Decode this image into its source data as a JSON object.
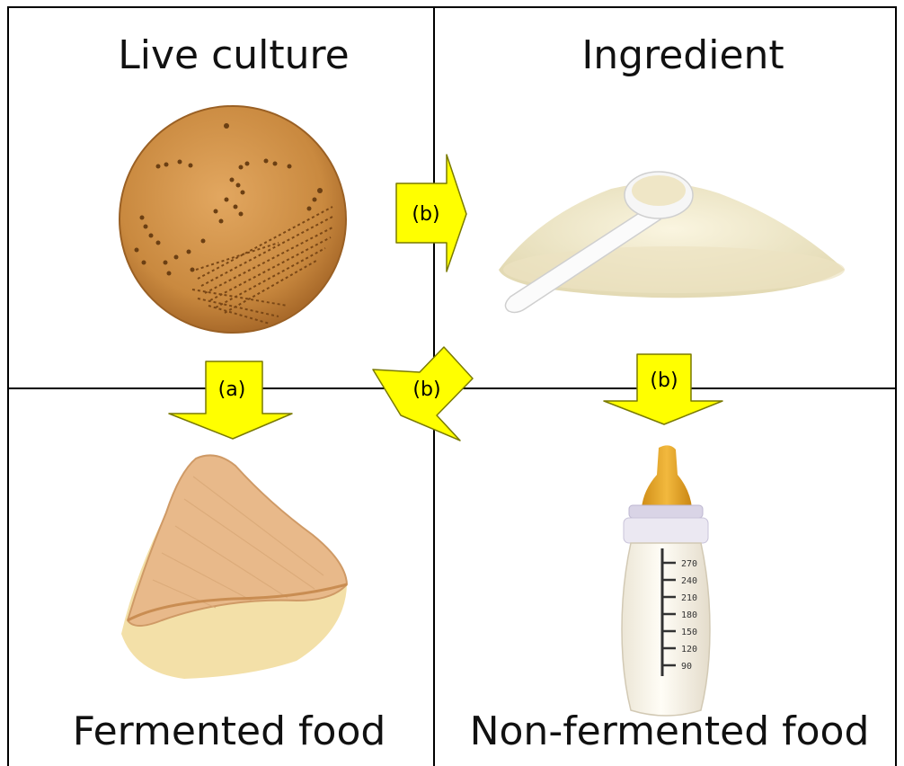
{
  "quadrants": {
    "top_left": {
      "title": "Live culture",
      "image": "bacterial-culture-petri-dish"
    },
    "top_right": {
      "title": "Ingredient",
      "image": "milk-powder-with-scoop"
    },
    "bottom_left": {
      "title": "Fermented food",
      "image": "cheese-wedge"
    },
    "bottom_right": {
      "title": "Non-fermented food",
      "image": "baby-bottle"
    }
  },
  "arrows": {
    "culture_to_ingredient": "(b)",
    "culture_to_fermented": "(a)",
    "ingredient_to_fermented": "(b)",
    "ingredient_to_nonfermented": "(b)"
  },
  "bottle_scale": [
    "270",
    "240",
    "210",
    "180",
    "150",
    "120",
    "90"
  ],
  "colors": {
    "arrow_fill": "#ffff00",
    "arrow_stroke": "#7a7a00",
    "petri_dish": "#c9893f",
    "cheese_rind": "#e8b98a",
    "cheese_paste": "#f3e0a8",
    "milk_powder": "#f1ebcf",
    "bottle_nipple": "#e6a72a"
  }
}
